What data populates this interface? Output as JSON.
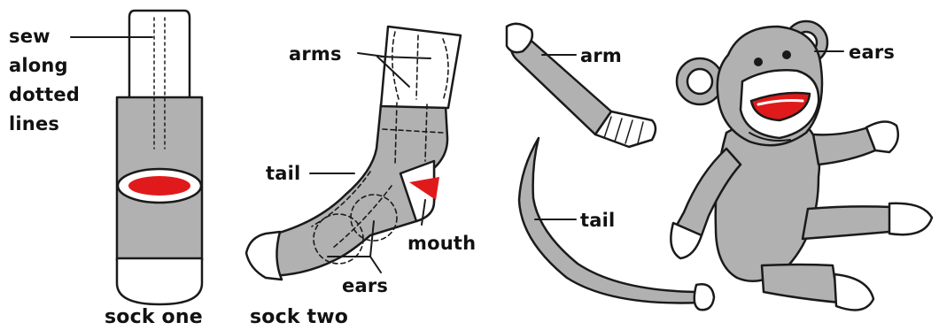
{
  "colors": {
    "sock_gray": "#b1b1b1",
    "outline": "#1a1a1a",
    "mouth_red": "#e01a1a",
    "white": "#ffffff"
  },
  "labels": {
    "sew_line1": "sew",
    "sew_line2": "along",
    "sew_line3": "dotted",
    "sew_line4": "lines",
    "arms": "arms",
    "tail_sock": "tail",
    "mouth": "mouth",
    "ears_sock": "ears",
    "arm_part": "arm",
    "tail_part": "tail",
    "ears_monkey": "ears"
  },
  "captions": {
    "sock_one": "sock one",
    "sock_two": "sock two"
  }
}
